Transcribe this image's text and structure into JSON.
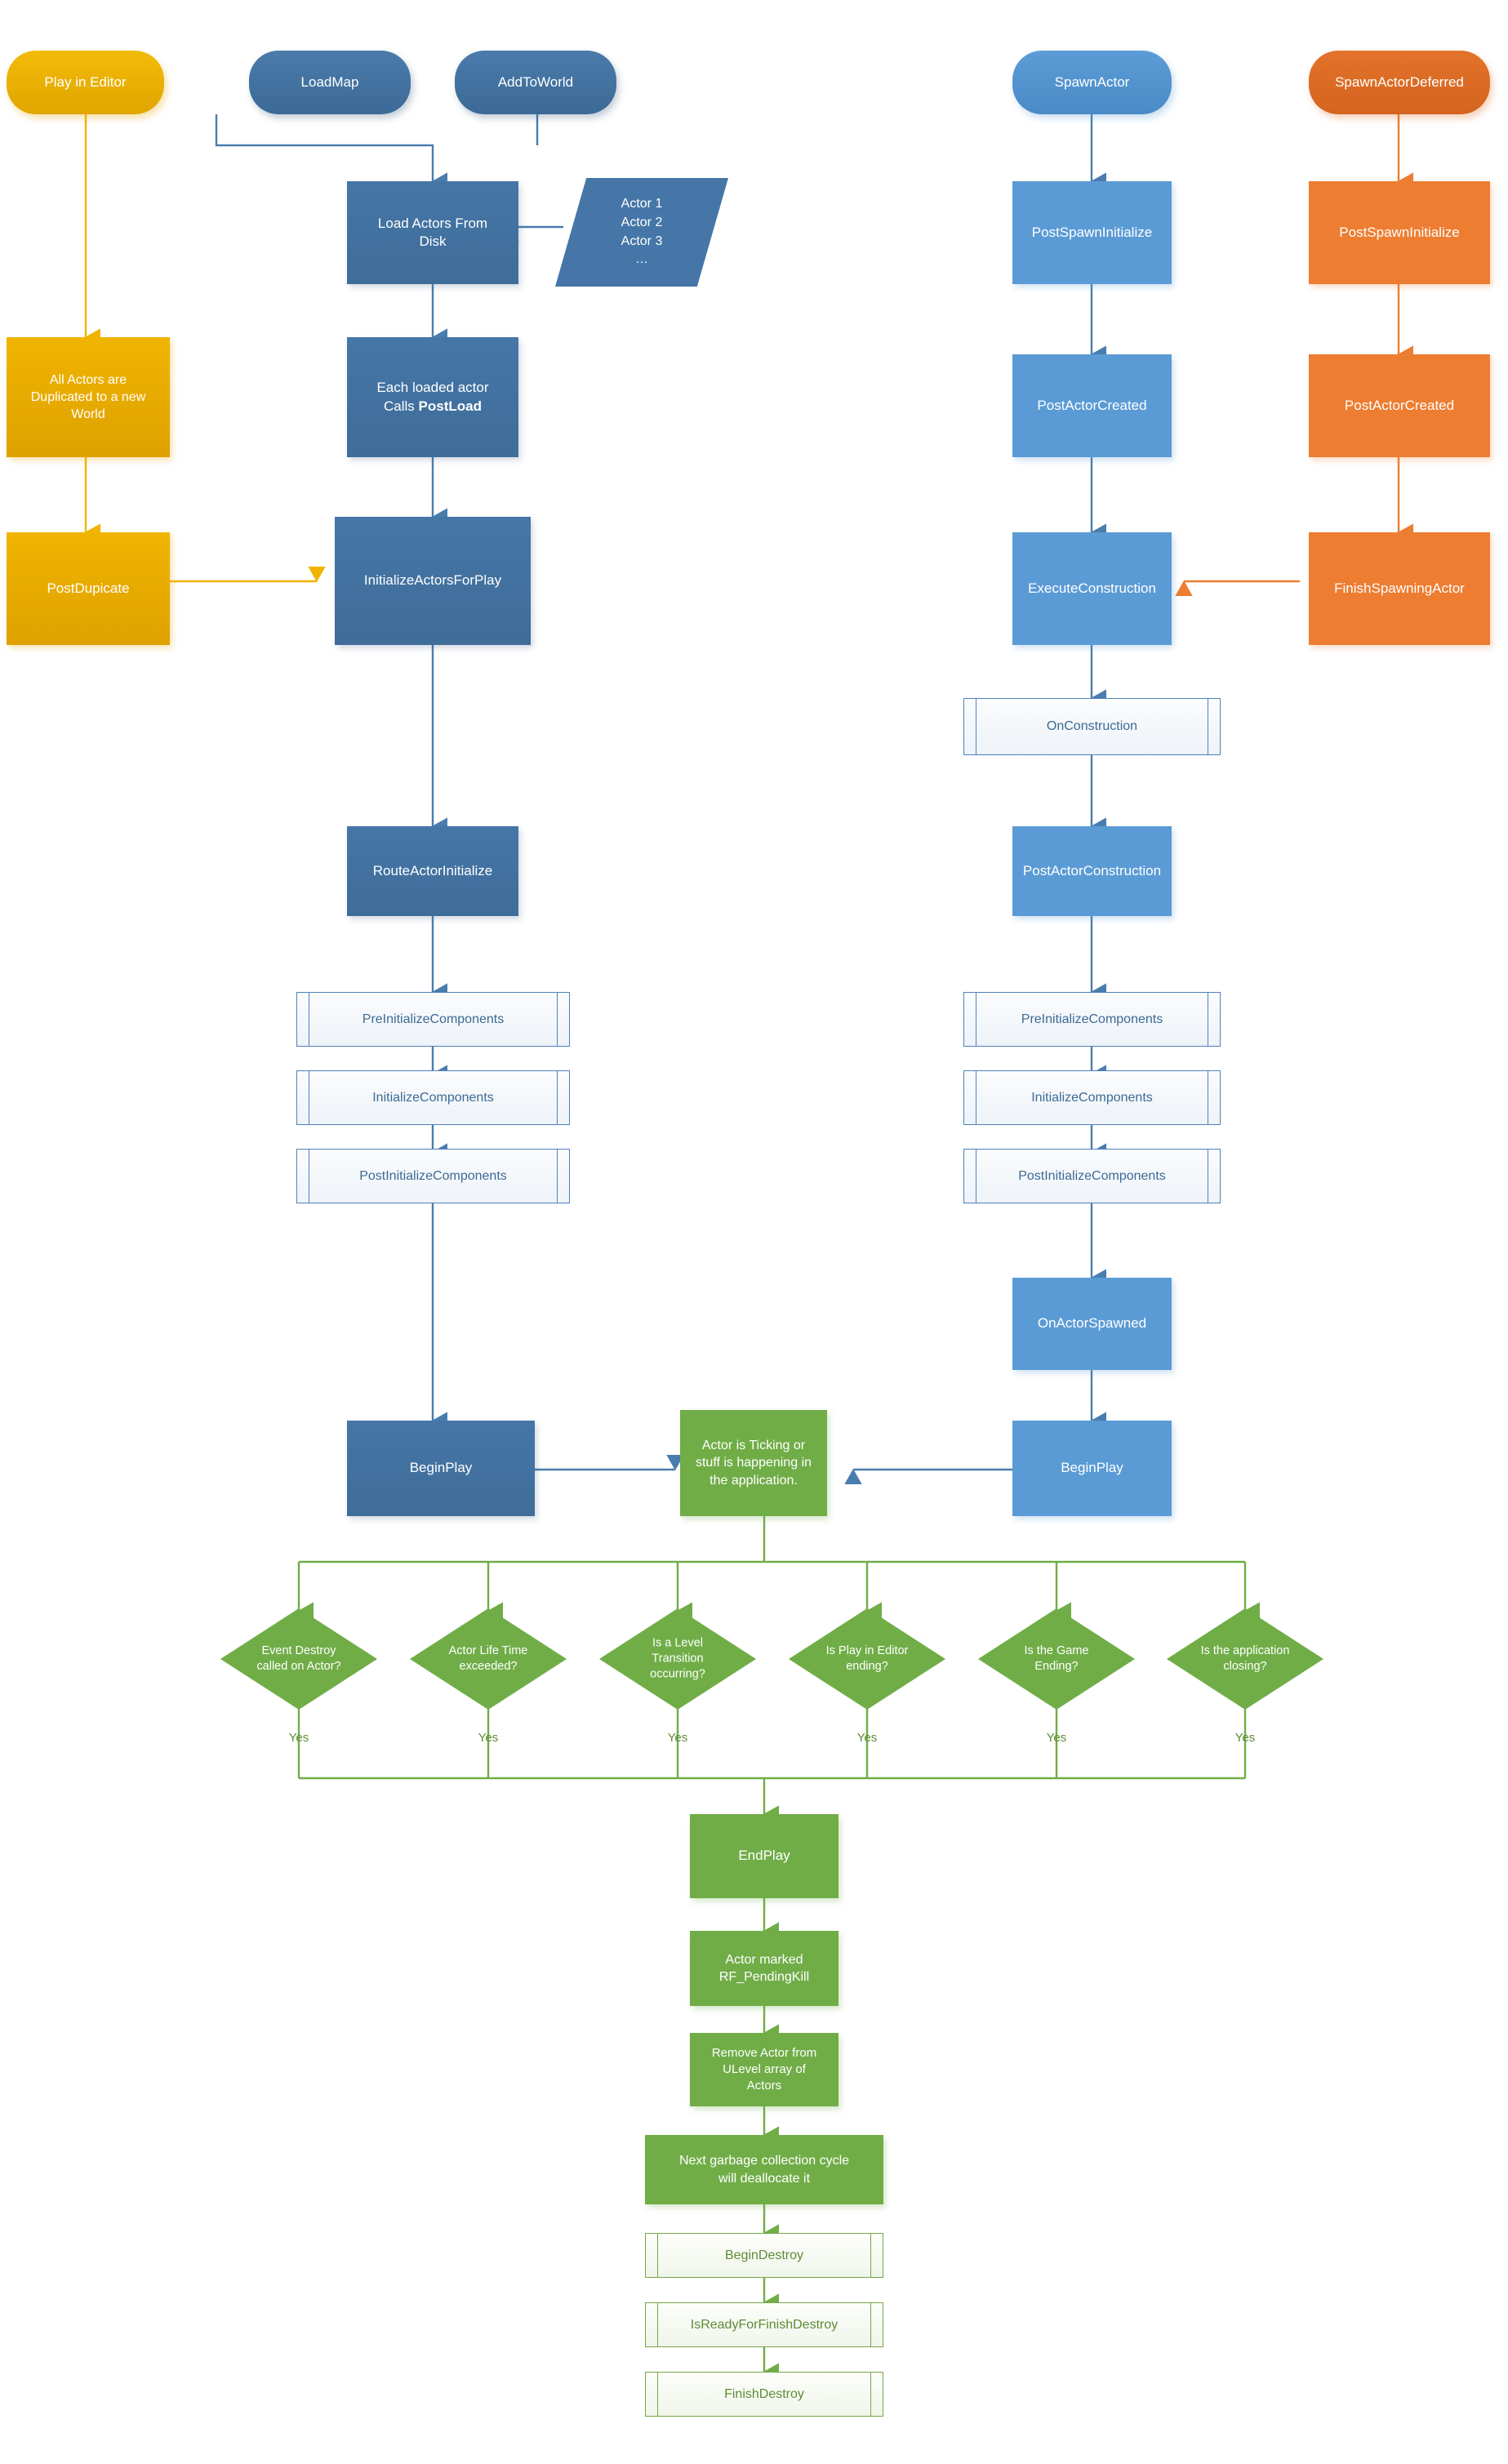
{
  "diagram": {
    "title": "Unreal Engine Actor Lifecycle Flowchart",
    "colors": {
      "dark_blue": "#43729E",
      "light_blue": "#5B9BD5",
      "orange": "#ED7D31",
      "yellow": "#E6A700",
      "green": "#70AD47",
      "subroutine_fill": "#F2F6FA"
    }
  },
  "lanes": {
    "editor": {
      "start": "Play in Editor",
      "steps": [
        "All Actors are\nDuplicated to a new\nWorld",
        "PostDupicate"
      ]
    },
    "load": {
      "starts": [
        "LoadMap",
        "AddToWorld"
      ],
      "steps": [
        "Load Actors From\nDisk",
        "Each loaded actor\nCalls PostLoad",
        "InitializeActorsForPlay",
        "RouteActorInitialize",
        "BeginPlay"
      ]
    },
    "spawn": {
      "start": "SpawnActor",
      "steps": [
        "PostSpawnInitialize",
        "PostActorCreated",
        "ExecuteConstruction",
        "PostActorConstruction",
        "OnActorSpawned",
        "BeginPlay"
      ]
    },
    "deferred": {
      "start": "SpawnActorDeferred",
      "steps": [
        "PostSpawnInitialize",
        "PostActorCreated",
        "FinishSpawningActor"
      ]
    }
  },
  "nodes": {
    "play_in_editor": "Play in Editor",
    "load_map": "LoadMap",
    "add_to_world": "AddToWorld",
    "spawn_actor": "SpawnActor",
    "spawn_actor_deferred": "SpawnActorDeferred",
    "load_actors_from_disk_l1": "Load Actors From",
    "load_actors_from_disk_l2": "Disk",
    "actor_list_1": "Actor 1",
    "actor_list_2": "Actor 2",
    "actor_list_3": "Actor 3",
    "actor_list_4": "…",
    "all_actors_dup_l1": "All Actors are",
    "all_actors_dup_l2": "Duplicated to a new",
    "all_actors_dup_l3": "World",
    "each_loaded_actor_l1": "Each loaded actor",
    "each_loaded_actor_l2a": "Calls ",
    "each_loaded_actor_l2b": "PostLoad",
    "post_duplicate": "PostDupicate",
    "initialize_actors_for_play": "InitializeActorsForPlay",
    "route_actor_initialize": "RouteActorInitialize",
    "pre_init_components_left": "PreInitializeComponents",
    "init_components_left": "InitializeComponents",
    "post_init_components_left": "PostInitializeComponents",
    "begin_play_left": "BeginPlay",
    "post_spawn_initialize_mid": "PostSpawnInitialize",
    "post_actor_created_mid": "PostActorCreated",
    "execute_construction": "ExecuteConstruction",
    "on_construction": "OnConstruction",
    "post_actor_construction": "PostActorConstruction",
    "pre_init_components_right": "PreInitializeComponents",
    "init_components_right": "InitializeComponents",
    "post_init_components_right": "PostInitializeComponents",
    "on_actor_spawned": "OnActorSpawned",
    "begin_play_right": "BeginPlay",
    "post_spawn_initialize_def": "PostSpawnInitialize",
    "post_actor_created_def": "PostActorCreated",
    "finish_spawning_actor": "FinishSpawningActor",
    "ticking_l1": "Actor is Ticking or",
    "ticking_l2": "stuff is happening in",
    "ticking_l3": "the application.",
    "end_play": "EndPlay",
    "actor_marked_l1": "Actor marked",
    "actor_marked_l2": "RF_PendingKill",
    "remove_actor_l1": "Remove Actor from",
    "remove_actor_l2": "ULevel array of",
    "remove_actor_l3": "Actors",
    "gc_l1": "Next garbage collection cycle",
    "gc_l2": "will deallocate it",
    "begin_destroy": "BeginDestroy",
    "is_ready_for_finish_destroy": "IsReadyForFinishDestroy",
    "finish_destroy": "FinishDestroy"
  },
  "decisions": [
    {
      "l1": "Event Destroy",
      "l2": "called on Actor?",
      "l3": "",
      "yes": "Yes"
    },
    {
      "l1": "Actor Life Time",
      "l2": "exceeded?",
      "l3": "",
      "yes": "Yes"
    },
    {
      "l1": "Is a Level",
      "l2": "Transition",
      "l3": "occurring?",
      "yes": "Yes"
    },
    {
      "l1": "Is Play in Editor",
      "l2": "ending?",
      "l3": "",
      "yes": "Yes"
    },
    {
      "l1": "Is the Game",
      "l2": "Ending?",
      "l3": "",
      "yes": "Yes"
    },
    {
      "l1": "Is the application",
      "l2": "closing?",
      "l3": "",
      "yes": "Yes"
    }
  ]
}
